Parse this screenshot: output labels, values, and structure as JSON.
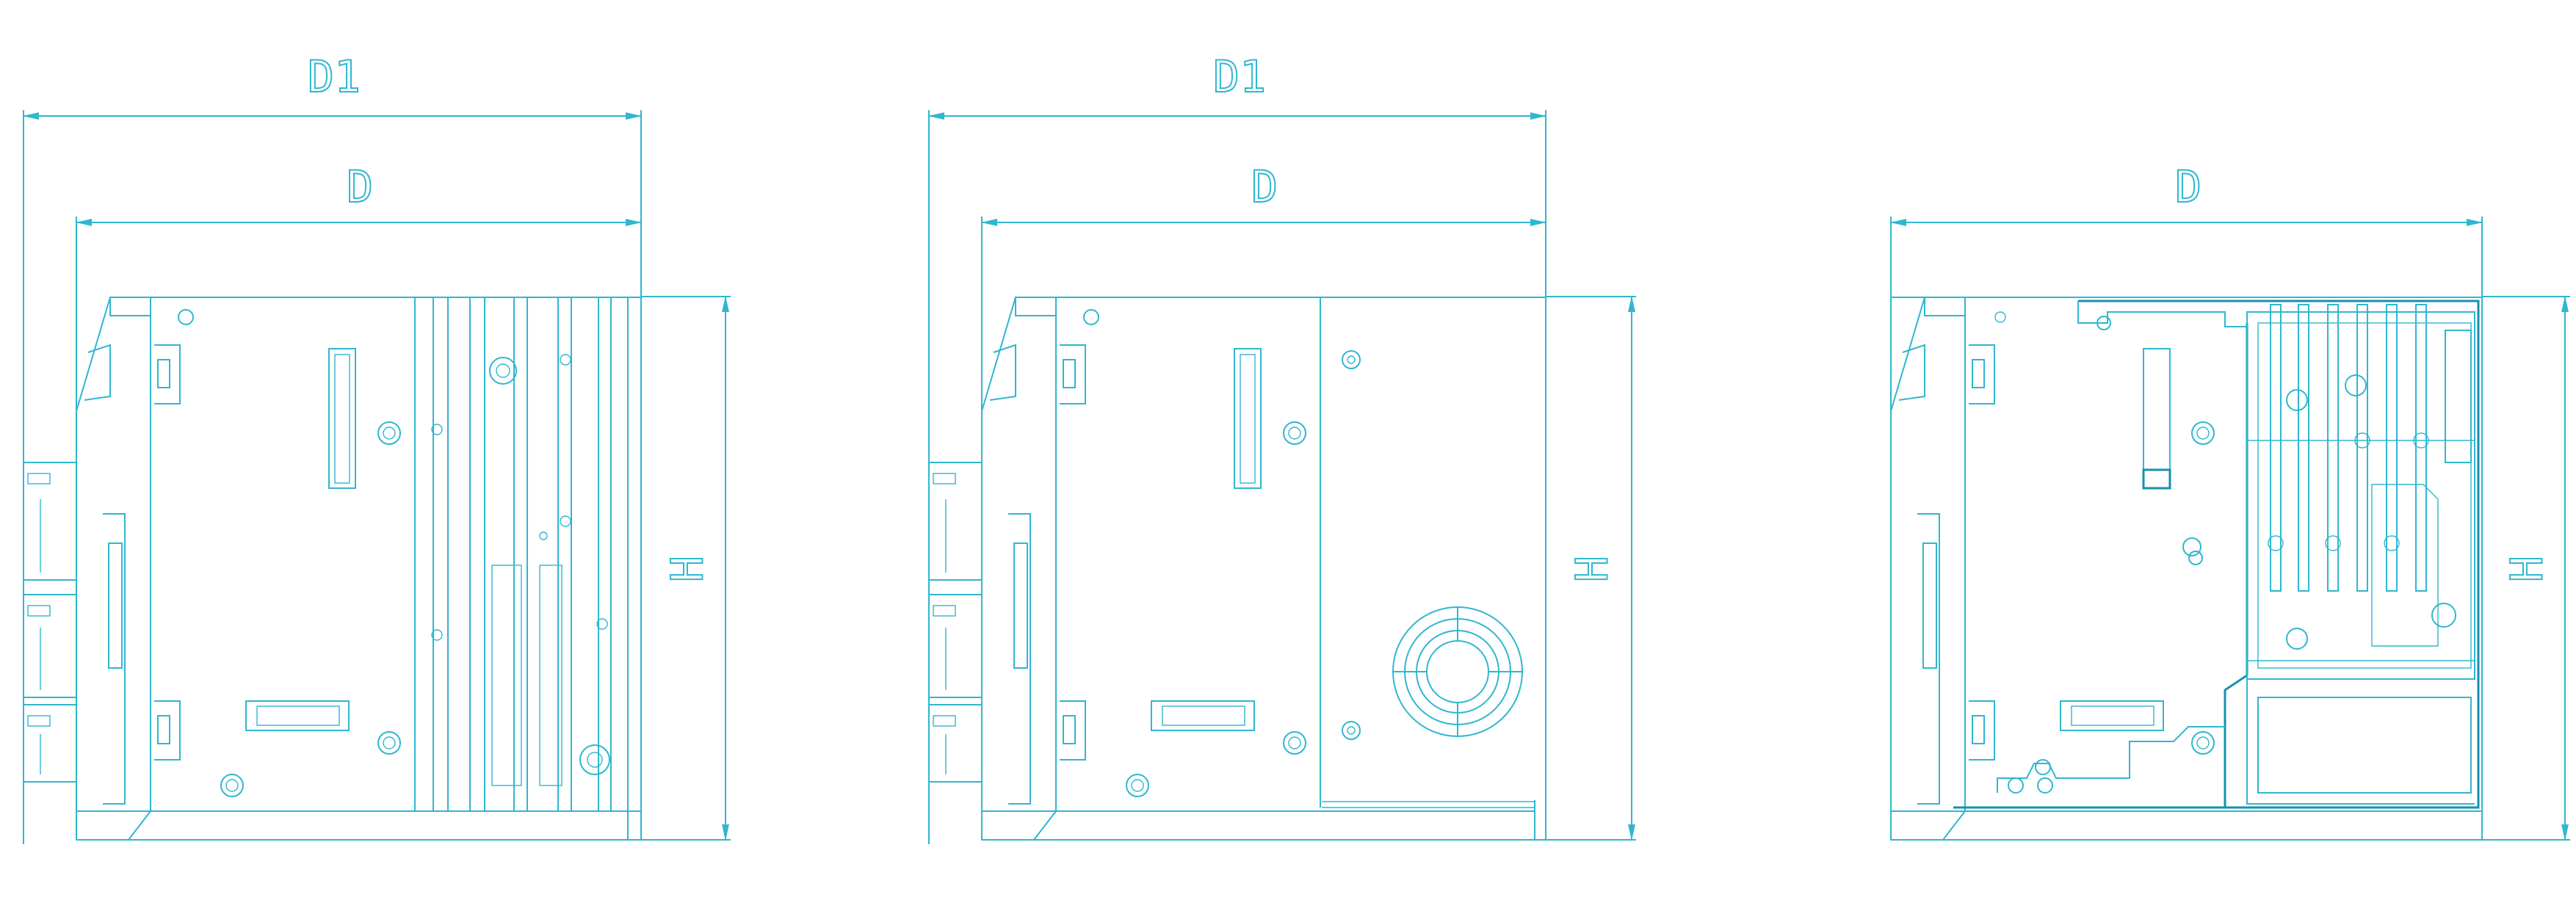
{
  "colors": {
    "line": "#2fb7cf",
    "line_dark": "#1590ad",
    "background": "#ffffff"
  },
  "views": [
    {
      "id": "view-1",
      "labels": {
        "d1": "D1",
        "d": "D",
        "h": "H"
      }
    },
    {
      "id": "view-2",
      "labels": {
        "d1": "D1",
        "d": "D",
        "h": "H"
      }
    },
    {
      "id": "view-3",
      "labels": {
        "d": "D",
        "h": "H"
      }
    }
  ]
}
